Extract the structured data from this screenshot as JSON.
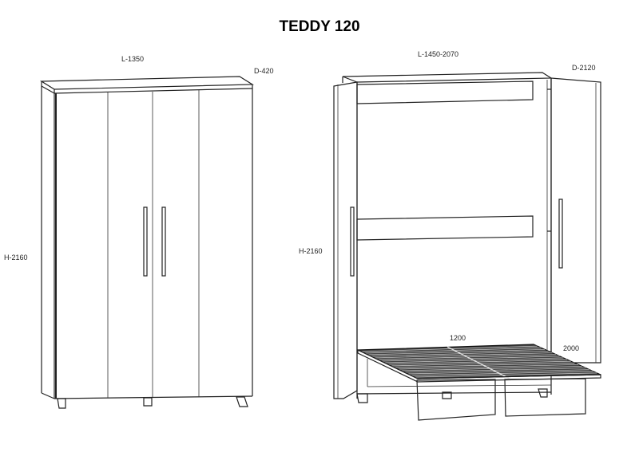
{
  "title": "TEDDY 120",
  "closed_view": {
    "width_label": "L-1350",
    "depth_label": "D-420",
    "height_label": "H-2160"
  },
  "open_view": {
    "width_label": "L-1450-2070",
    "depth_label": "D-2120",
    "height_label": "H-2160",
    "bed_width_label": "1200",
    "bed_length_label": "2000"
  }
}
